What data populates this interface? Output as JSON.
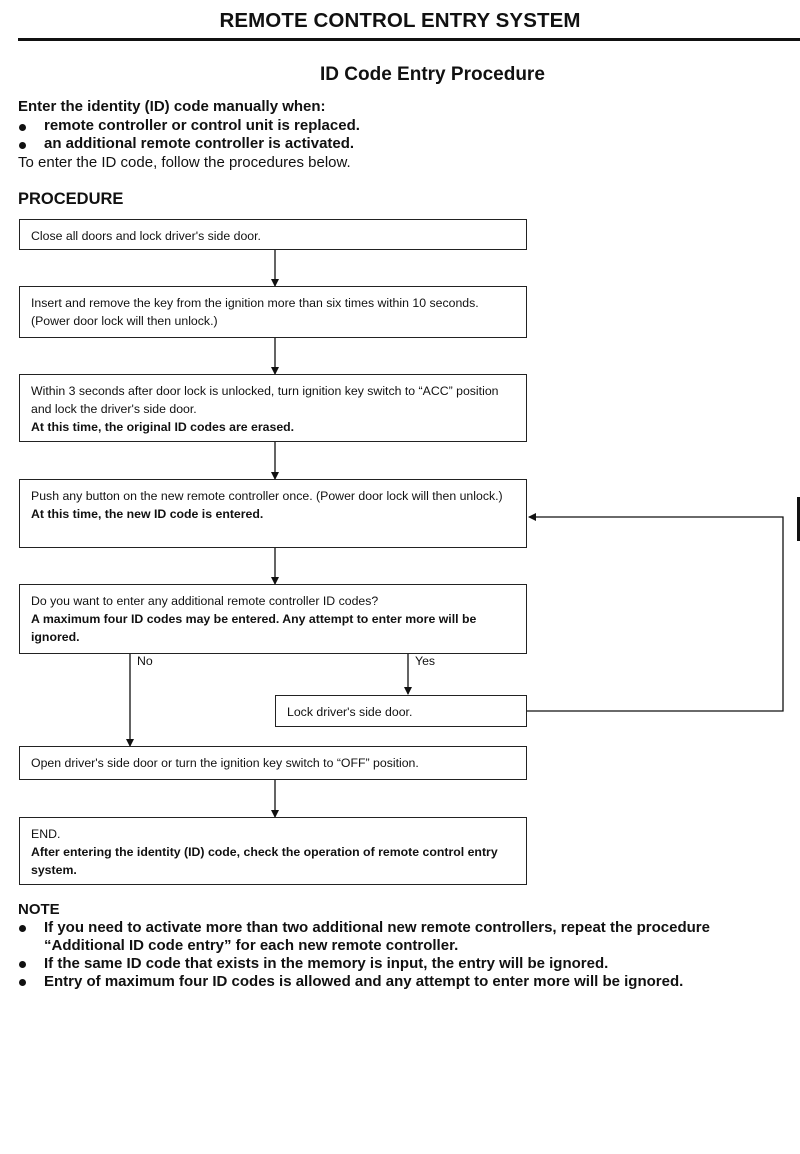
{
  "header": {
    "title": "REMOTE CONTROL ENTRY SYSTEM"
  },
  "section": {
    "title": "ID Code Entry Procedure"
  },
  "intro": {
    "lead": "Enter the identity (ID) code manually when:",
    "bullets": [
      "remote controller or control unit is replaced.",
      "an additional remote controller is activated."
    ],
    "follow": "To enter the ID code, follow the procedures below."
  },
  "procedure": {
    "heading": "PROCEDURE",
    "steps": [
      {
        "text": "Close all doors and lock driver's side door.",
        "bold": ""
      },
      {
        "text": "Insert and remove the key from the ignition more than six times within 10 seconds. (Power door lock will then unlock.)",
        "bold": ""
      },
      {
        "text": "Within 3 seconds after door lock is unlocked, turn ignition key switch to “ACC” position and lock the driver's side door.",
        "bold": "At this time, the original ID codes are erased."
      },
      {
        "text": "Push any button on the new remote controller once. (Power door lock will then unlock.)",
        "bold": "At this time, the new ID code is entered."
      },
      {
        "text": "Do you want to enter any additional remote controller ID codes?",
        "bold": "A maximum four ID codes may be entered. Any attempt to enter more will be ignored."
      },
      {
        "text": "Open driver's side door or turn the ignition key switch to “OFF” position.",
        "bold": ""
      },
      {
        "text": "END.",
        "bold": "After entering the identity (ID) code, check the operation of remote control entry system."
      }
    ],
    "branch_no": "No",
    "branch_yes": "Yes",
    "yes_step": "Lock driver's side door."
  },
  "note": {
    "title": "NOTE",
    "items": [
      "If you need to activate more than two additional new remote controllers, repeat the procedure “Additional ID code entry” for each new remote controller.",
      "If the same ID code that exists in the memory is input, the entry will be ignored.",
      "Entry of maximum four ID codes is allowed and any attempt to enter more will be ignored."
    ]
  }
}
